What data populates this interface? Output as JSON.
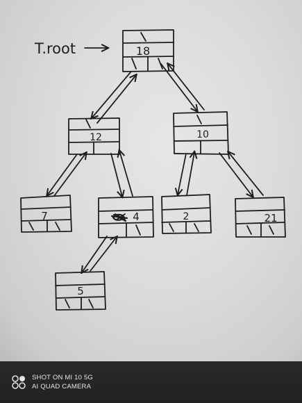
{
  "diagram": {
    "pointer_label": "T.root",
    "nodes": [
      {
        "id": "n18",
        "key": "18"
      },
      {
        "id": "n12",
        "key": "12"
      },
      {
        "id": "n10",
        "key": "10"
      },
      {
        "id": "n7",
        "key": "7"
      },
      {
        "id": "n4",
        "key": "4"
      },
      {
        "id": "n2",
        "key": "2"
      },
      {
        "id": "n21",
        "key": "21"
      },
      {
        "id": "n5",
        "key": "5"
      }
    ]
  },
  "watermark": {
    "line1": "SHOT ON MI 10 5G",
    "line2": "AI QUAD CAMERA"
  },
  "colors": {
    "ink": "#1e1e1e",
    "paper": "#e2e0df",
    "watermark_text": "#e6e6e6"
  }
}
